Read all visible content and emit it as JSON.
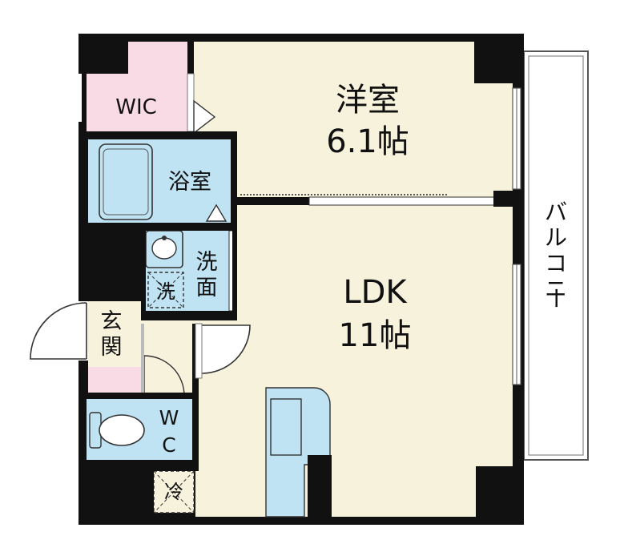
{
  "rooms": {
    "western": {
      "name": "洋室",
      "size": "6.1帖"
    },
    "ldk": {
      "name": "LDK",
      "size": "11帖"
    },
    "wic": {
      "name": "WIC"
    },
    "bath": {
      "name": "浴室"
    },
    "washroom": {
      "name_col1": "洗",
      "name_col2": "面"
    },
    "washer": {
      "label": "洗"
    },
    "entrance": {
      "char1": "玄",
      "char2": "関"
    },
    "wc": {
      "char1": "W",
      "char2": "C"
    },
    "fridge": {
      "label": "冷"
    },
    "balcony": {
      "c1": "バ",
      "c2": "ル",
      "c3": "コ",
      "c4": "ニ",
      "c5": "ー"
    }
  },
  "colors": {
    "wall": "#111111",
    "floor": "#f7f2dc",
    "wet": "#bfe3f2",
    "closet": "#f8dbe5",
    "outline": "#333333"
  }
}
